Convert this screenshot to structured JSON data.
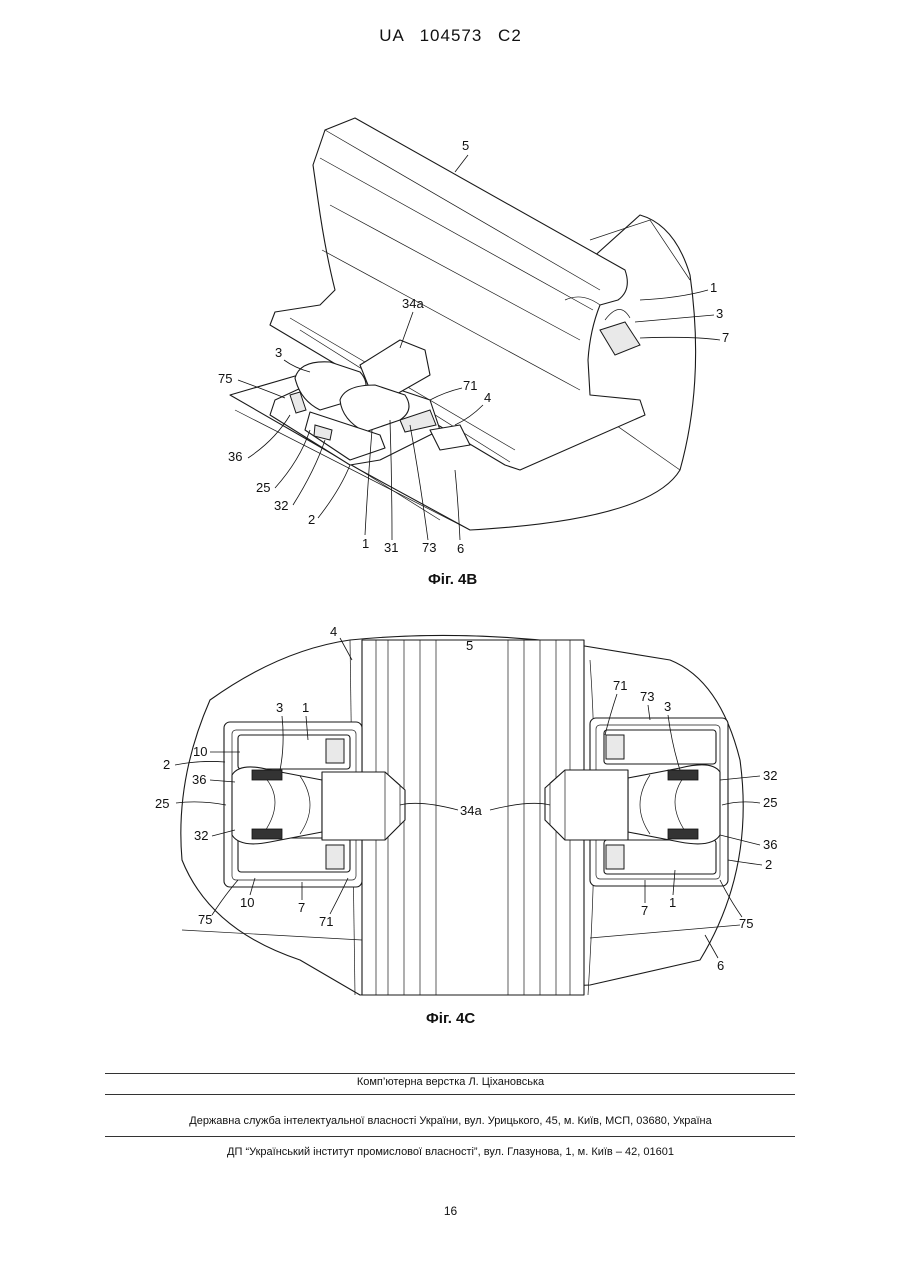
{
  "header": {
    "patent_id": "UA   104573   C2"
  },
  "figures": [
    {
      "caption": "Фіг. 4B",
      "labels": [
        "5",
        "1",
        "3",
        "7",
        "34a",
        "3",
        "75",
        "71",
        "4",
        "36",
        "25",
        "32",
        "2",
        "1",
        "31",
        "73",
        "6"
      ]
    },
    {
      "caption": "Фіг. 4C",
      "labels": [
        "4",
        "5",
        "71",
        "73",
        "3",
        "3",
        "1",
        "10",
        "2",
        "36",
        "32",
        "25",
        "34a",
        "25",
        "32",
        "36",
        "2",
        "10",
        "7",
        "75",
        "71",
        "7",
        "1",
        "75",
        "6"
      ]
    }
  ],
  "footer": {
    "line1": "Комп’ютерна верстка Л. Ціхановська",
    "line2": "Державна служба інтелектуальної власності України, вул. Урицького, 45, м. Київ, МСП, 03680, Україна",
    "line3": "ДП “Український інститут промислової власності”, вул. Глазунова, 1, м. Київ – 42, 01601"
  },
  "page_number": "16"
}
